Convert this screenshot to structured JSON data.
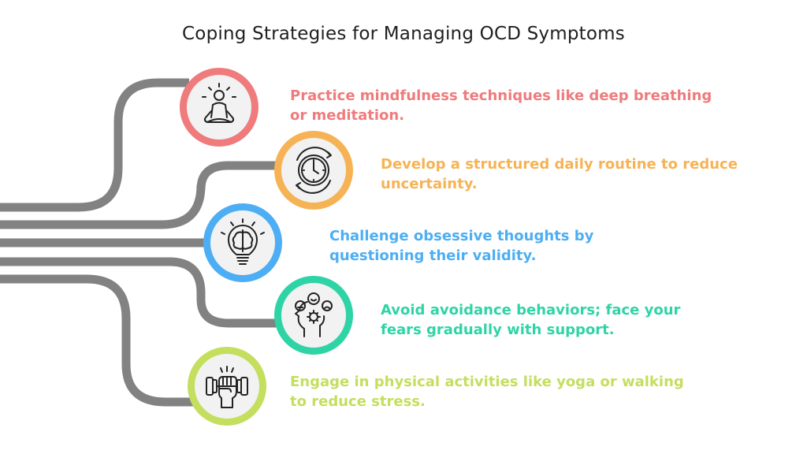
{
  "title": "Coping Strategies for Managing OCD Symptoms",
  "colors": {
    "path": "#828282",
    "item1": "#ef7b7d",
    "item2": "#f6b355",
    "item3": "#4daef3",
    "item4": "#2fd4a6",
    "item5": "#c4de5e"
  },
  "items": [
    {
      "icon": "meditation-icon",
      "lines": [
        "Practice mindfulness techniques like deep breathing",
        "or meditation."
      ]
    },
    {
      "icon": "clock-routine-icon",
      "lines": [
        "Develop a structured daily routine to reduce",
        "uncertainty."
      ]
    },
    {
      "icon": "brain-bulb-icon",
      "lines": [
        "Challenge obsessive thoughts by",
        "questioning their validity."
      ]
    },
    {
      "icon": "emotions-head-icon",
      "lines": [
        "Avoid avoidance behaviors; face your",
        "fears gradually with support."
      ]
    },
    {
      "icon": "dumbbell-fist-icon",
      "lines": [
        "Engage in physical activities like yoga or walking",
        "to reduce stress."
      ]
    }
  ]
}
